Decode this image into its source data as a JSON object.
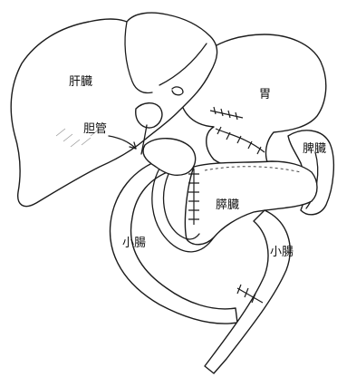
{
  "labels": {
    "liver": "肝臓",
    "bile_duct": "胆管",
    "stomach": "胃",
    "spleen": "脾臓",
    "pancreas": "膵臓",
    "small_intestine_left": "小腸",
    "small_intestine_right": "小腸"
  }
}
